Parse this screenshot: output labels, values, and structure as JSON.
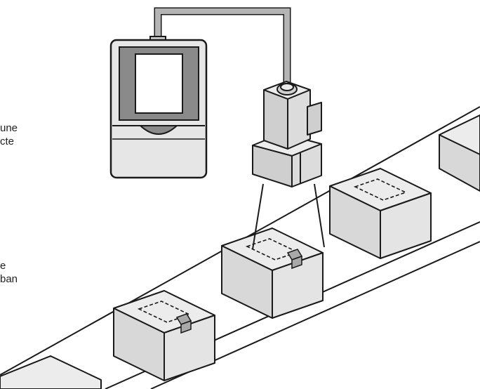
{
  "labels": {
    "top": [
      "une",
      "cte"
    ],
    "bottom": [
      "e",
      "ban"
    ]
  },
  "colors": {
    "outline": "#1a1a1a",
    "box_top": "#ececec",
    "box_front": "#d8d8d8",
    "box_right": "#e4e4e4",
    "device_body": "#e6e6e6",
    "device_frame": "#8a8a8a",
    "screen": "#ffffff",
    "cable": "#b4b4b4",
    "label_tag": "#a9a9a9",
    "camera_light": "#ececec",
    "camera_dark": "#cfcfcf"
  }
}
